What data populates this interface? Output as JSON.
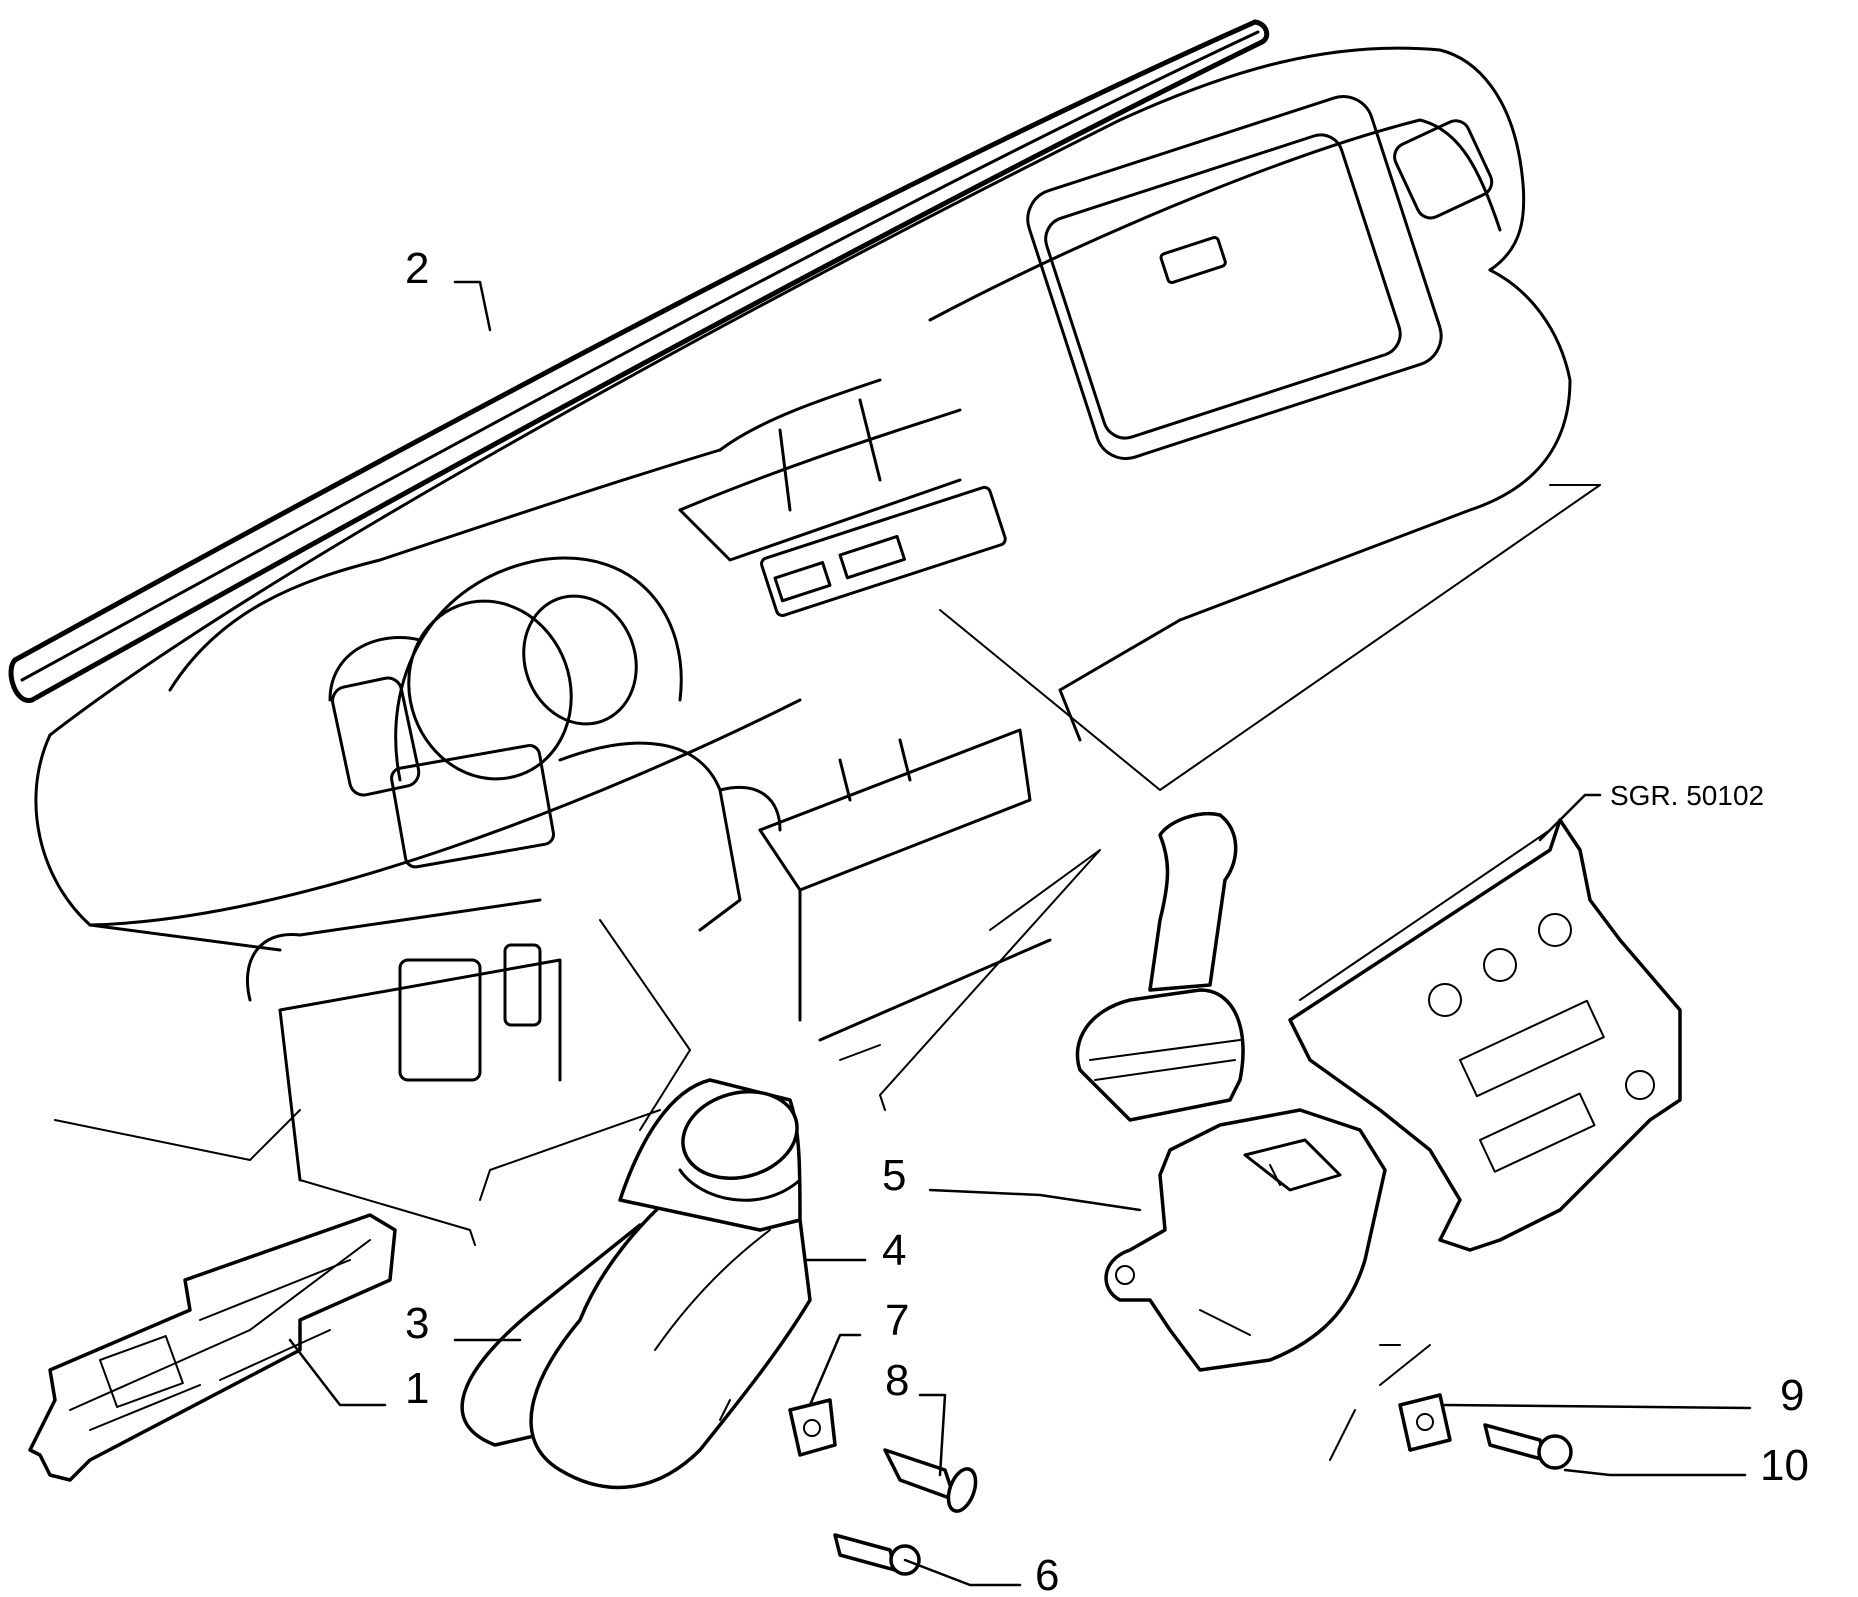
{
  "callouts": [
    {
      "id": "1",
      "label": "1"
    },
    {
      "id": "2",
      "label": "2"
    },
    {
      "id": "3",
      "label": "3"
    },
    {
      "id": "4",
      "label": "4"
    },
    {
      "id": "5",
      "label": "5"
    },
    {
      "id": "6",
      "label": "6"
    },
    {
      "id": "7",
      "label": "7"
    },
    {
      "id": "8",
      "label": "8"
    },
    {
      "id": "9",
      "label": "9"
    },
    {
      "id": "10",
      "label": "10"
    }
  ],
  "reference": "SGR. 50102"
}
